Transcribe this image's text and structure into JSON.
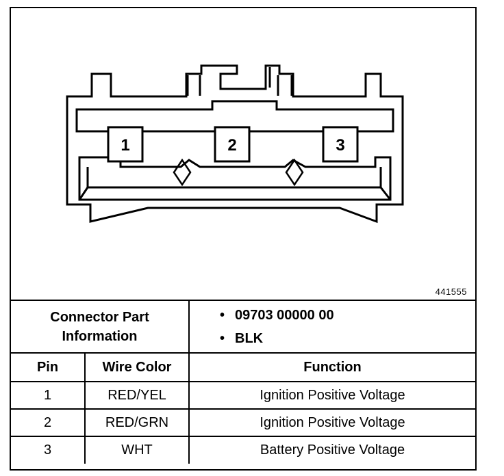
{
  "figure_id": "441555",
  "connector": {
    "pins": [
      "1",
      "2",
      "3"
    ]
  },
  "part_info": {
    "label_line1": "Connector Part",
    "label_line2": "Information",
    "values": [
      "09703 00000 00",
      "BLK"
    ]
  },
  "table": {
    "headers": {
      "pin": "Pin",
      "wire_color": "Wire Color",
      "function": "Function"
    },
    "rows": [
      {
        "pin": "1",
        "wire_color": "RED/YEL",
        "function": "Ignition Positive Voltage"
      },
      {
        "pin": "2",
        "wire_color": "RED/GRN",
        "function": "Ignition Positive Voltage"
      },
      {
        "pin": "3",
        "wire_color": "WHT",
        "function": "Battery Positive Voltage"
      }
    ]
  }
}
